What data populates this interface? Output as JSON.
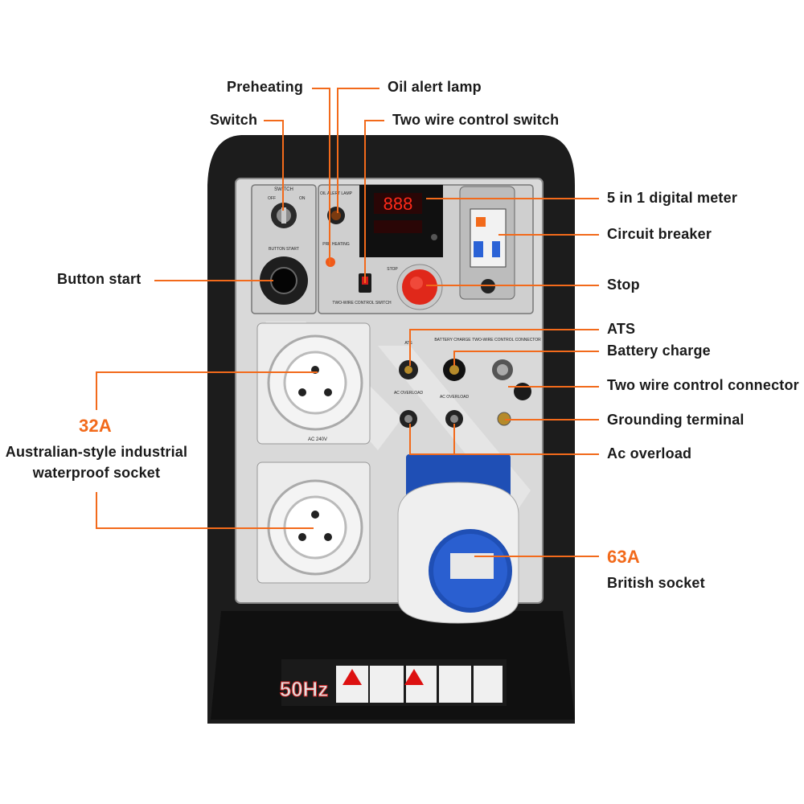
{
  "callouts": {
    "preheating": "Preheating",
    "oil_alert_lamp": "Oil alert lamp",
    "switch": "Switch",
    "two_wire_control_switch": "Two wire control switch",
    "digital_meter": "5 in 1 digital meter",
    "circuit_breaker": "Circuit breaker",
    "button_start": "Button start",
    "stop": "Stop",
    "ats": "ATS",
    "battery_charge": "Battery charge",
    "two_wire_control_connector": "Two wire control connector",
    "grounding_terminal": "Grounding terminal",
    "ac_overload": "Ac overload",
    "rating_32a": "32A",
    "aus_socket_line1": "Australian-style industrial",
    "aus_socket_line2": "waterproof socket",
    "rating_63a": "63A",
    "british_socket": "British socket"
  },
  "panel": {
    "switch_label": "SWITCH",
    "off_label": "OFF",
    "on_label": "ON",
    "button_start_label": "BUTTON START",
    "oil_alert_label": "OIL ALERT LAMP",
    "preheating_label": "PRE HEATING",
    "stop_label": "STOP",
    "two_wire_switch_label": "TWO-WIRE CONTROL SWITCH",
    "meter_reading": "888",
    "ats_label": "ATS",
    "battery_charge_label": "BATTERY CHARGE",
    "two_wire_connector_label": "TWO-WIRE CONTROL CONNECTOR",
    "ac_overload_label_1": "AC OVERLOAD",
    "ac_overload_label_2": "AC OVERLOAD",
    "socket_voltage": "AC 240V",
    "frequency": "50Hz"
  },
  "colors": {
    "callout_line": "#f26a1b",
    "frame": "#1c1c1c",
    "panel": "#dcdcdc",
    "socket_blue": "#1f4fb5"
  }
}
